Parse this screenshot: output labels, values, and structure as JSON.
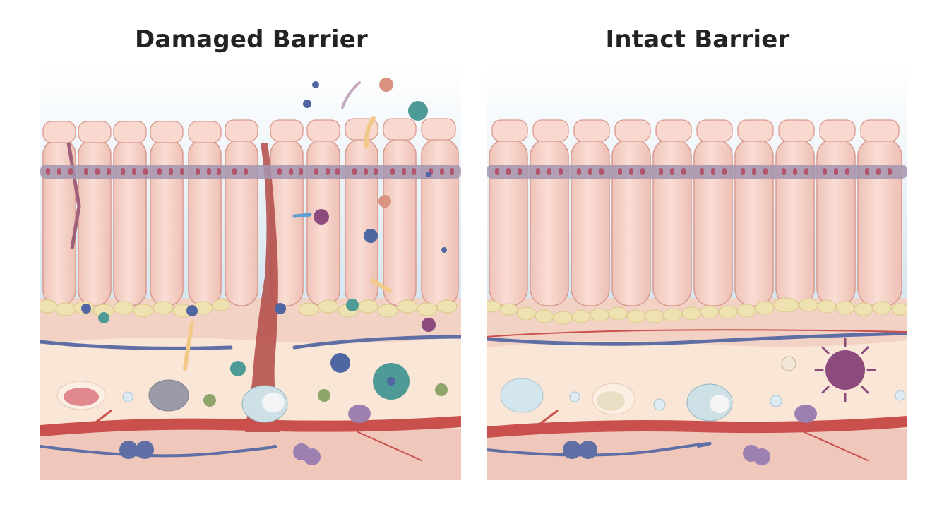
{
  "figure": {
    "panels": [
      {
        "id": "damaged",
        "title": "Damaged Barrier",
        "elements": [
          "epithelial-cells",
          "tight-junctions",
          "cracks",
          "leak-channel",
          "pathogens",
          "immune-cells",
          "blood-vessels",
          "arrows"
        ]
      },
      {
        "id": "intact",
        "title": "Intact Barrier",
        "elements": [
          "epithelial-cells",
          "tight-junctions",
          "basement-membrane",
          "immune-cells",
          "virus",
          "blood-vessels"
        ]
      }
    ]
  },
  "colors": {
    "sky_top": "#ffffff",
    "sky_bottom": "#d9e9f2",
    "cell": "#f6d2c9",
    "cell_outline": "#d99a8e",
    "junction": "#a595b0",
    "junction_inner": "#b2556c",
    "membrane": "#ede2b0",
    "tissue": "#f3d2c6",
    "tissue_light": "#fae6d6",
    "artery": "#c9504d",
    "vein": "#5f6fa5",
    "leak": "#b24a45",
    "virus_teal": "#4e9a96",
    "virus_blue": "#4f66a3",
    "virus_purple": "#8d4a7c",
    "arrow": "#f3c98a"
  }
}
